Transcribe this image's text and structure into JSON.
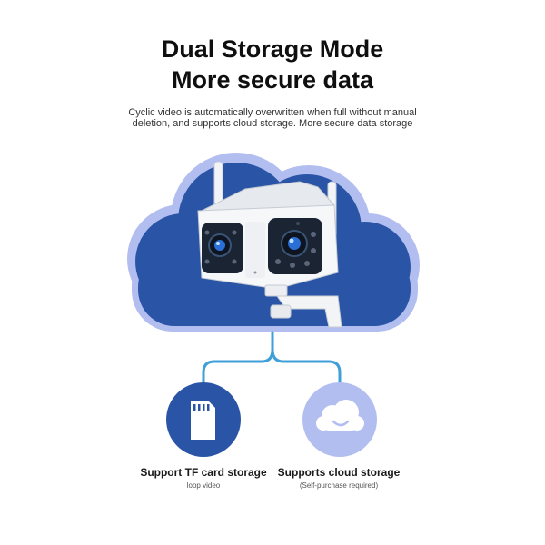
{
  "header": {
    "title_line1": "Dual Storage Mode",
    "title_line2": "More secure data",
    "description_line1": "Cyclic video is automatically overwritten when full without manual",
    "description_line2": "deletion, and supports cloud storage. More secure data storage"
  },
  "features": [
    {
      "title": "Support TF card storage",
      "subtitle": "loop video",
      "icon": "sd-card-icon"
    },
    {
      "title": "Supports cloud storage",
      "subtitle": "(Self-purchase required)",
      "icon": "cloud-smile-icon"
    }
  ],
  "colors": {
    "cloud_outer": "#b3bef0",
    "cloud_inner": "#2a55a6",
    "line": "#3f9fd8",
    "tf_circle": "#2a55a6",
    "cloud_circle": "#b3bef0"
  }
}
